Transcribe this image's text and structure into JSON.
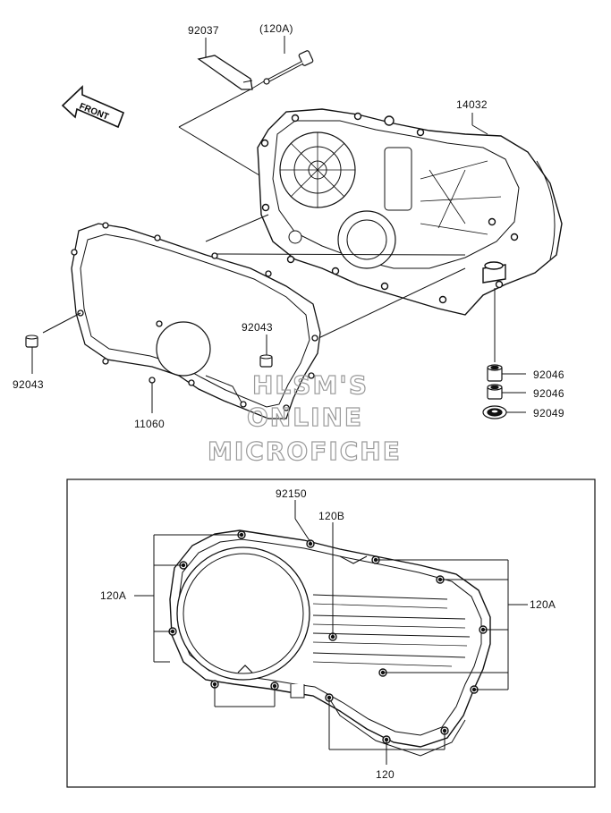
{
  "diagram": {
    "front_label": "FRONT",
    "parts": {
      "p92037": "92037",
      "p120A_top": "(120A)",
      "p14032": "14032",
      "p92043_left": "92043",
      "p92043_mid": "92043",
      "p11060": "11060",
      "p92046_a": "92046",
      "p92046_b": "92046",
      "p92049": "92049"
    },
    "inset": {
      "p92150": "92150",
      "p120B": "120B",
      "p120A_left": "120A",
      "p120A_right": "120A",
      "p120": "120"
    },
    "watermark": {
      "line1": "HLSM'S",
      "line2": "ONLINE",
      "line3": "MICROFICHE"
    },
    "colors": {
      "line": "#111111",
      "watermark": "#9a9a9a",
      "background": "#ffffff"
    }
  }
}
